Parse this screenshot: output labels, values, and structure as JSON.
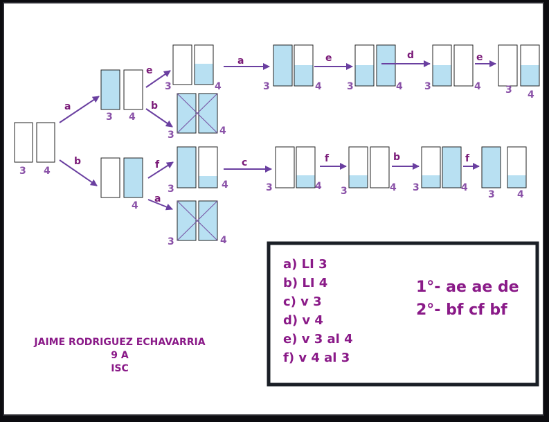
{
  "colors": {
    "water": "#b8e0f2",
    "arrow": "#6a3fa0",
    "text": "#8a1a88",
    "number": "#8a52a8",
    "cross": "#7a5aa8",
    "outline": "#222222"
  },
  "labels": {
    "three": "3",
    "four": "4"
  },
  "edges": {
    "a": "a",
    "b": "b",
    "c": "c",
    "d": "d",
    "e": "e",
    "f": "f"
  },
  "legend": {
    "items": [
      "a) LI 3",
      "b) LI 4",
      "c) v 3",
      "d) v 4",
      "e) v 3 al 4",
      "f) v 4 al 3"
    ],
    "solutions": [
      "1°- ae ae de",
      "2°- bf cf bf"
    ]
  },
  "author": {
    "name": "JAIME RODRIGUEZ ECHAVARRIA",
    "group": "9 A",
    "course": "ISC"
  }
}
